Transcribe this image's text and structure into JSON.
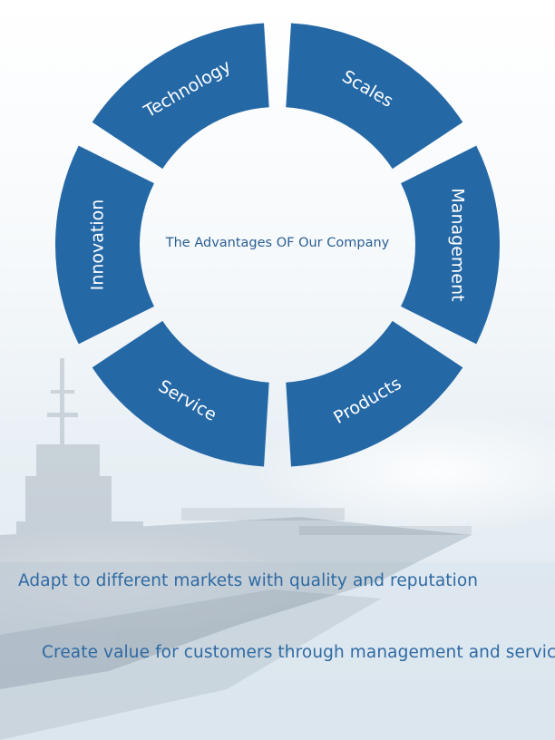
{
  "diagram": {
    "center_title": "The Advantages OF Our Company",
    "segments": [
      {
        "label": "Scales"
      },
      {
        "label": "Management"
      },
      {
        "label": "Products"
      },
      {
        "label": "Service"
      },
      {
        "label": "Innovation"
      },
      {
        "label": "Technology"
      }
    ]
  },
  "taglines": [
    "Adapt to different markets with quality and reputation",
    "Create value for customers through management and service"
  ],
  "colors": {
    "segment_fill": "#2568a6",
    "segment_text": "#ffffff",
    "center_text": "#2a5e95",
    "tagline_text": "#2e6aa3"
  },
  "background": {
    "image": "faded-aircraft-carrier-photo"
  }
}
